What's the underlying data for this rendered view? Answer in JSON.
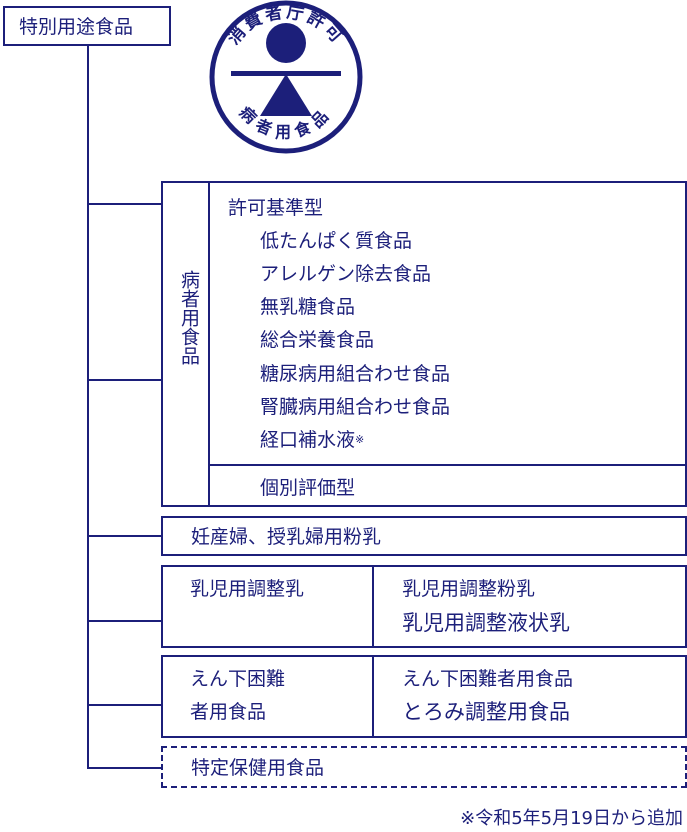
{
  "root": {
    "label": "特別用途食品"
  },
  "seal": {
    "top_text": "消費者庁許可",
    "bottom_text": "病者用食品"
  },
  "sick_foods": {
    "vertical_label": "病者用食品",
    "approval_standard": {
      "title": "許可基準型",
      "items": [
        "低たんぱく質食品",
        "アレルゲン除去食品",
        "無乳糖食品",
        "総合栄養食品",
        "糖尿病用組合わせ食品",
        "腎臓病用組合わせ食品",
        "経口補水液"
      ],
      "footnote_mark": "※"
    },
    "individual_evaluation": {
      "title": "個別評価型"
    }
  },
  "pregnant": {
    "label": "妊産婦、授乳婦用粉乳"
  },
  "infant": {
    "label": "乳児用調整乳",
    "items": [
      "乳児用調整粉乳",
      "乳児用調整液状乳"
    ]
  },
  "dysphagia": {
    "label_line1": "えん下困難",
    "label_line2": "者用食品",
    "items": [
      "えん下困難者用食品",
      "とろみ調整用食品"
    ]
  },
  "specified_health": {
    "label": "特定保健用食品"
  },
  "footnote": {
    "text": "※令和5年5月19日から追加"
  },
  "colors": {
    "primary": "#1c1f7a",
    "background": "#ffffff"
  }
}
